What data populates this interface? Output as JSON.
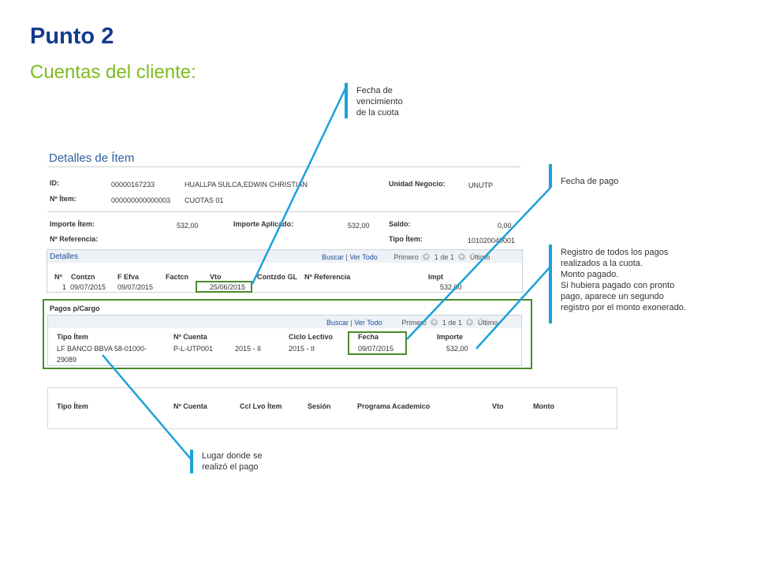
{
  "slide": {
    "title": "Punto 2",
    "subtitle": "Cuentas del cliente:"
  },
  "panel": {
    "title": "Detalles de Ítem",
    "id_label": "ID:",
    "id_value": "00000167233",
    "name_value": "HUALLPA SULCA,EDWIN CHRISTIAN",
    "unidad_label": "Unidad Negocio:",
    "unidad_value": "UNUTP",
    "nitem_label": "Nº Ítem:",
    "nitem_value": "000000000000003",
    "nitem_desc": "CUOTAS 01",
    "importe_item_label": "Importe Ítem:",
    "importe_item_value": "532,00",
    "importe_aplicado_label": "Importe Aplicado:",
    "importe_aplicado_value": "532,00",
    "saldo_label": "Saldo:",
    "saldo_value": "0,00",
    "nref_label": "Nº Referencia:",
    "tipo_item_label": "Tipo Ítem:",
    "tipo_item_value": "101020040001"
  },
  "detalles": {
    "title": "Detalles",
    "nav": {
      "buscar": "Buscar",
      "sep": "|",
      "ver_todo": "Ver Todo",
      "primero": "Primero",
      "range": "1 de 1",
      "ultimo": "Último"
    },
    "headers": [
      "Nº",
      "Contzn",
      "F Efva",
      "Factcn",
      "Vto",
      "Contzdo GL",
      "Nº Referencia",
      "Impt"
    ],
    "row": {
      "n": "1",
      "contzn": "09/07/2015",
      "f_efva": "09/07/2015",
      "vto": "25/06/2015",
      "impt": "532,00"
    }
  },
  "pagos": {
    "title": "Pagos p/Cargo",
    "nav": {
      "buscar": "Buscar",
      "sep": "|",
      "ver_todo": "Ver Todo",
      "primero": "Primero",
      "range": "1 de 1",
      "ultimo": "Último"
    },
    "headers": [
      "Tipo Ítem",
      "Nº Cuenta",
      "Ciclo Lectivo",
      "Fecha",
      "Importe"
    ],
    "row": {
      "tipo_line1": "LF BANCO BBVA 58-01000-",
      "tipo_line2": "29089",
      "cuenta": "P-L-UTP001",
      "ciclo_a": "2015 - II",
      "ciclo_b": "2015 - II",
      "fecha": "09/07/2015",
      "importe": "532,00"
    }
  },
  "third_table": {
    "headers": [
      "Tipo Ítem",
      "Nº Cuenta",
      "Ccl Lvo Ítem",
      "Sesión",
      "Programa Academico",
      "Vto",
      "Monto"
    ]
  },
  "annotations": {
    "vencimiento": [
      "Fecha de",
      "vencimiento",
      "de la cuota"
    ],
    "fecha_pago": "Fecha de pago",
    "registro": [
      "Registro de todos los pagos",
      "realizados a la cuota.",
      "Monto pagado.",
      "Si hubiera pagado con pronto",
      "pago, aparece un segundo",
      "registro por el monto exonerado."
    ],
    "lugar": [
      "Lugar donde se",
      "realizó el pago"
    ]
  },
  "colors": {
    "title": "#123c8c",
    "subtitle": "#7cbb1e",
    "highlight_border": "#4a8a2a",
    "callout_line": "#1ba0dc"
  }
}
